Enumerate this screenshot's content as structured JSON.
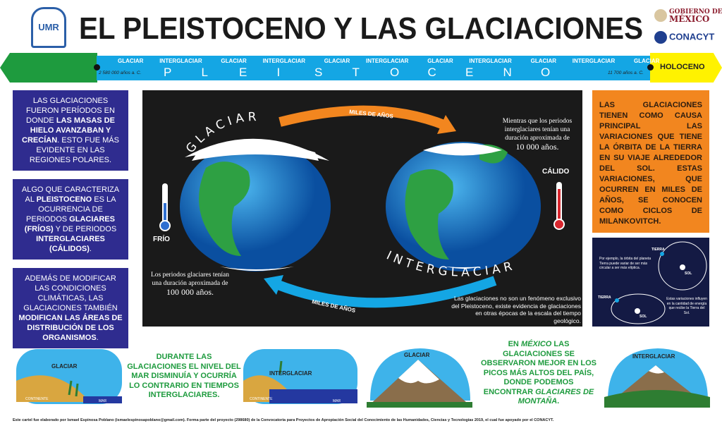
{
  "header": {
    "title": "EL PLEISTOCENO Y LAS GLACIACIONES",
    "logo_left": "UMR",
    "logo_gov": [
      "GOBIERNO DE",
      "MÉXICO"
    ],
    "logo_conacyt": "CONACYT"
  },
  "timeline": {
    "periods": [
      "GLACIAR",
      "INTERGLACIAR",
      "GLACIAR",
      "INTERGLACIAR",
      "GLACIAR",
      "INTERGLACIAR",
      "GLACIAR",
      "INTERGLACIAR",
      "GLACIAR",
      "INTERGLACIAR",
      "GLACIAR"
    ],
    "start": "2 580 000 años a. C.",
    "end": "11 700 años a. C.",
    "letters": [
      "P",
      "L",
      "E",
      "I",
      "S",
      "T",
      "O",
      "C",
      "E",
      "N",
      "O"
    ],
    "holoceno": "HOLOCENO"
  },
  "left_boxes": [
    {
      "parts": [
        "LAS GLACIACIONES FUERON PERÍODOS EN DONDE ",
        "LAS MASAS DE HIELO AVANZABAN Y CRECÍAN",
        ". ESTO FUE MÁS EVIDENTE EN LAS REGIONES POLARES."
      ]
    },
    {
      "parts": [
        "ALGO QUE CARACTERIZA AL ",
        "PLEISTOCENO",
        " ES LA OCURRENCIA DE PERIODOS ",
        "GLACIARES (FRÍOS)",
        " Y DE PERIODOS ",
        "INTERGLACIARES (CÁLIDOS)",
        "."
      ]
    },
    {
      "parts": [
        "ADEMÁS DE MODIFICAR LAS CONDICIONES CLIMÁTICAS, LAS GLACIACIONES TAMBIÉN ",
        "MODIFICAN LAS ÁREAS DE DISTRIBUCIÓN DE LOS ORGANISMOS",
        "."
      ]
    }
  ],
  "panel": {
    "glaciar": "G L A C I A R",
    "interglaciar": "I N T E R G L A C I A R",
    "miles_top": "MILES DE AÑOS",
    "miles_bottom": "MILES DE AÑOS",
    "frio": "FRÍO",
    "calido": "CÁLIDO",
    "inter_text": "Mientras que los periodos interglaciares tenían una duración aproximada de",
    "inter_years": "10 000 años.",
    "glac_text": "Los periodos glaciares tenían una duración aproximada de",
    "glac_years": "100 000 años.",
    "note": "Las glaciaciones no son un fenómeno exclusivo del Pleistoceno, existe evidencia de glaciaciones en otras épocas de la escala del tiempo geológico."
  },
  "right": {
    "orange": "LAS GLACIACIONES TIENEN COMO CAUSA PRINCIPAL LAS VARIACIONES QUE TIENE LA ÓRBITA DE LA TIERRA EN SU VIAJE ALREDEDOR DEL SOL. ESTAS VARIACIONES, QUE OCURREN EN MILES DE AÑOS, SE CONOCEN COMO CICLOS DE MILANKOVITCH.",
    "orbit_text": "Por ejemplo, la órbita del planeta Tierra puede variar de ser más circular a ser más elíptica.",
    "orbit_text2": "Estas variaciones influyen en la cantidad de energía que recibe la Tierra del Sol.",
    "tierra": "TIERRA",
    "sol": "SOL"
  },
  "bottom": {
    "scene1": "GLACIAR",
    "scene2": "INTERGLACIAR",
    "continente": "CONTINENTE",
    "mar": "MAR",
    "text1": "DURANTE LAS GLACIACIONES EL NIVEL DEL MAR DISMINUÍA Y OCURRÍA LO CONTRARIO EN TIEMPOS INTERGLACIARES.",
    "scene3": "GLACIAR",
    "scene4": "INTERGLACIAR",
    "text2_a": "EN ",
    "text2_mexico": "MÉXICO",
    "text2_b": " LAS GLACIACIONES SE OBSERVARON MEJOR EN LOS PICOS MÁS ALTOS DEL PAÍS, DONDE PODEMOS ENCONTRAR ",
    "text2_glac": "GLACIARES DE MONTAÑA",
    "text2_c": "."
  },
  "footer": "Este cartel fue elaborado por Ismael Espinosa Poblano (ismaelespinosapoblano@gmail.com). Forma parte del proyecto (298680)  de la Convocatoria para Proyectos de Apropiación Social del Conocimiento de las Humanidades, Ciencias y Tecnologías 2019, el cual fue apoyado por el CONACYT.",
  "colors": {
    "navy": "#2f2c8f",
    "orange": "#f2861f",
    "blue": "#14a6e4",
    "green": "#1e9b3e",
    "yellow": "#fff200"
  }
}
